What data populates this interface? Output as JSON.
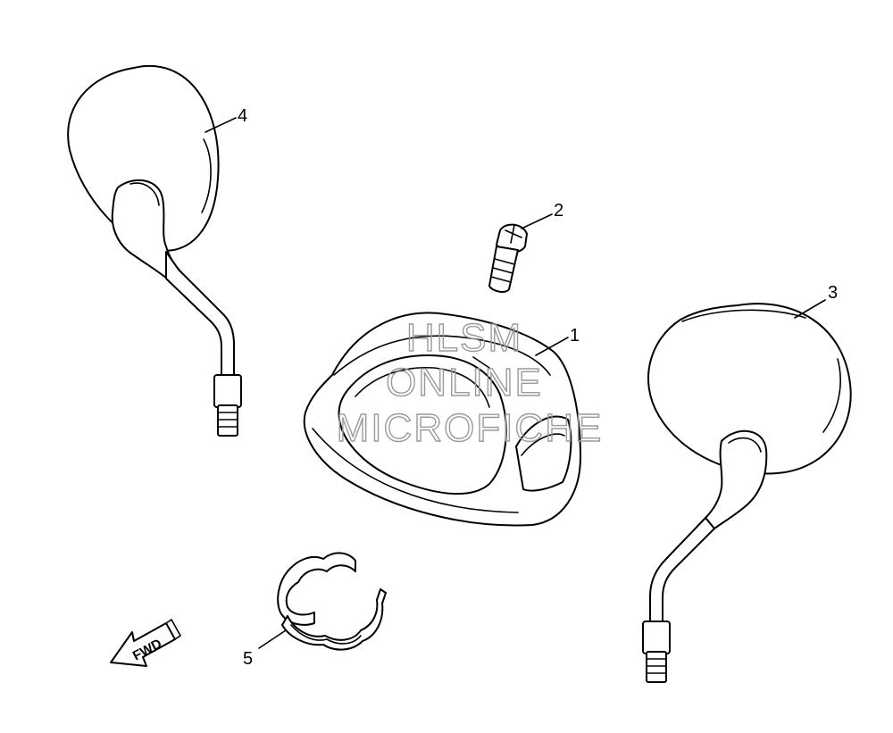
{
  "diagram": {
    "callouts": [
      {
        "id": "1",
        "label": "1"
      },
      {
        "id": "2",
        "label": "2"
      },
      {
        "id": "3",
        "label": "3"
      },
      {
        "id": "4",
        "label": "4"
      },
      {
        "id": "5",
        "label": "5"
      }
    ],
    "direction_arrow": {
      "label": "FWD"
    },
    "watermark": {
      "line1": "HLSM",
      "line2": "ONLINE",
      "line3": "MICROFICHE"
    }
  }
}
